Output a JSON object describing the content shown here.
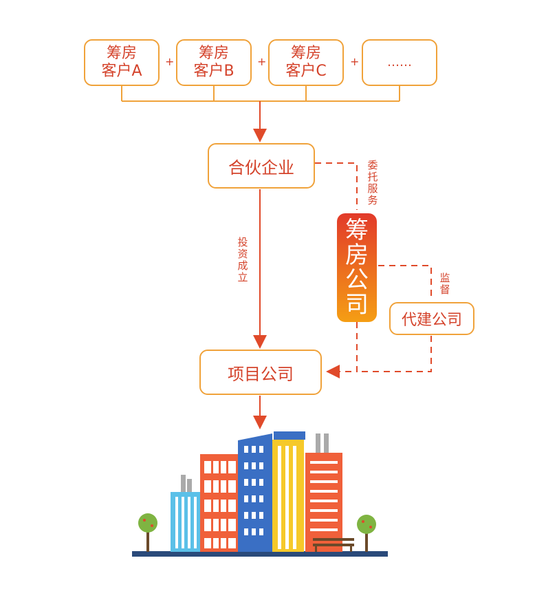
{
  "clients": [
    {
      "line1": "筹房",
      "line2": "客户A"
    },
    {
      "line1": "筹房",
      "line2": "客户B"
    },
    {
      "line1": "筹房",
      "line2": "客户C"
    },
    {
      "line1": "",
      "line2": "……"
    }
  ],
  "plus_sign": "+",
  "partnership": "合伙企业",
  "project_company": "项目公司",
  "chou_company": [
    "筹",
    "房",
    "公",
    "司"
  ],
  "agent_company": "代建公司",
  "labels": {
    "entrust": [
      "委",
      "托",
      "服",
      "务"
    ],
    "invest": [
      "投",
      "资",
      "成",
      "立"
    ],
    "supervise": [
      "监",
      "督"
    ]
  },
  "colors": {
    "line": "#e04a2a",
    "border": "#f0a23a",
    "text": "#d4432b"
  }
}
